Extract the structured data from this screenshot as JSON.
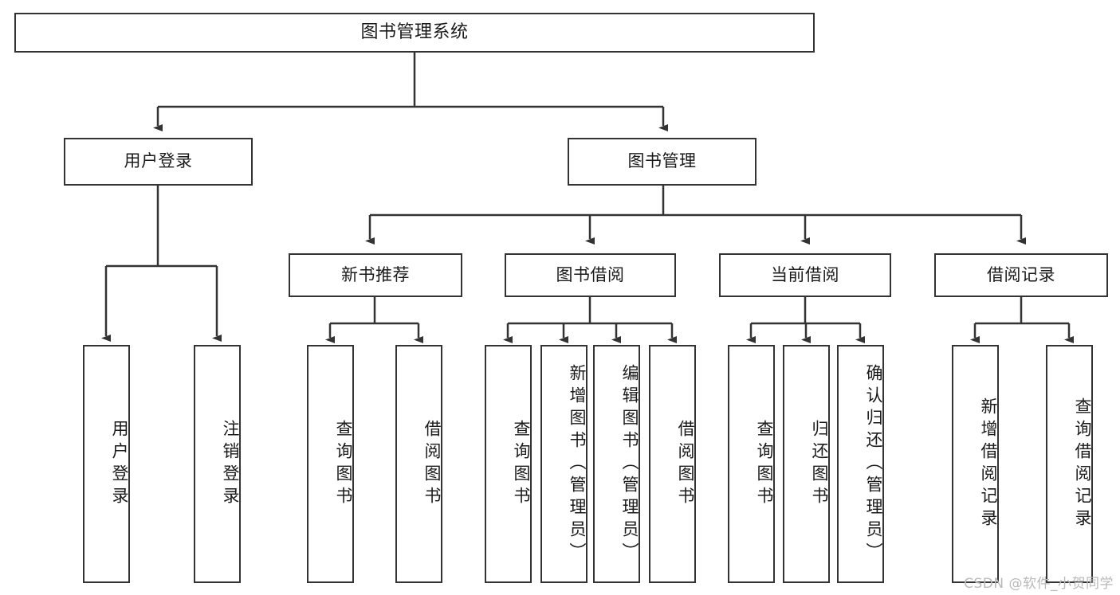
{
  "diagram": {
    "type": "tree",
    "title": "图书管理系统",
    "background_color": "#ffffff",
    "line_color": "#333333",
    "text_color": "#1a1a1a",
    "levels": 4,
    "root": {
      "label": "图书管理系统"
    },
    "level2": [
      {
        "label": "用户登录"
      },
      {
        "label": "图书管理"
      }
    ],
    "level3": [
      {
        "label": "新书推荐"
      },
      {
        "label": "图书借阅"
      },
      {
        "label": "当前借阅"
      },
      {
        "label": "借阅记录"
      }
    ],
    "leaves": {
      "user_login": [
        {
          "label": "用户登录"
        },
        {
          "label": "注销登录"
        }
      ],
      "new_book_recommend": [
        {
          "label": "查询图书"
        },
        {
          "label": "借阅图书"
        }
      ],
      "book_borrow": [
        {
          "label": "查询图书"
        },
        {
          "label": "新增图书（管理员）"
        },
        {
          "label": "编辑图书（管理员）"
        },
        {
          "label": "借阅图书"
        }
      ],
      "current_borrow": [
        {
          "label": "查询图书"
        },
        {
          "label": "归还图书"
        },
        {
          "label": "确认归还（管理员）"
        }
      ],
      "borrow_record": [
        {
          "label": "新增借阅记录"
        },
        {
          "label": "查询借阅记录"
        }
      ]
    }
  },
  "watermark": {
    "text": "CSDN @软件_小贺同学"
  }
}
